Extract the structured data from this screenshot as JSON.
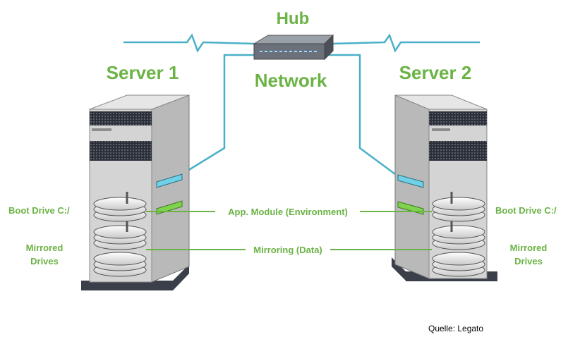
{
  "hub": {
    "title": "Hub",
    "network_label": "Network"
  },
  "server1": {
    "title": "Server 1",
    "boot_label": "Boot Drive C:/",
    "mirror_label_line1": "Mirrored",
    "mirror_label_line2": "Drives"
  },
  "server2": {
    "title": "Server 2",
    "boot_label": "Boot Drive C:/",
    "mirror_label_line1": "Mirrored",
    "mirror_label_line2": "Drives"
  },
  "links": {
    "app_module": "App. Module (Environment)",
    "mirroring": "Mirroring (Data)"
  },
  "source": "Quelle: Legato",
  "colors": {
    "label_green": "#6ab344",
    "network_cable": "#4ab0c8",
    "server_body": "#d4d4d4",
    "server_dark": "#3a3f4a"
  }
}
